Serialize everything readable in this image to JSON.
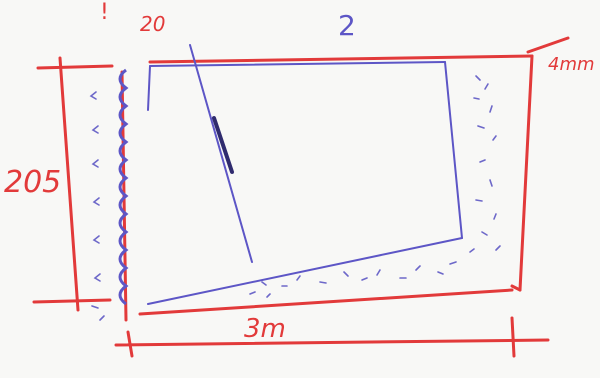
{
  "labels": {
    "top_offset": "20",
    "top_number": "2",
    "top_marker": "!",
    "right_thickness": "4mm",
    "left_height": "205",
    "bottom_width": "3m"
  },
  "colors": {
    "red": "#e23a3a",
    "blue": "#5d56c6",
    "dark_blue": "#2f2b6e",
    "background": "#f8f8f6"
  }
}
